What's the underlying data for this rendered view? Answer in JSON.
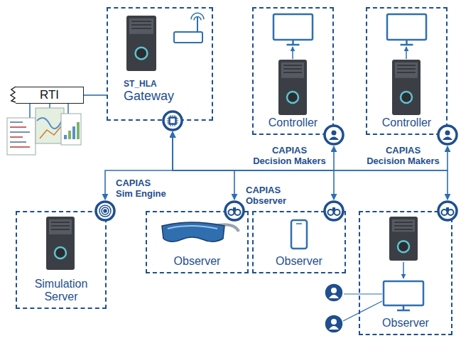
{
  "diagram": {
    "nodes": [
      {
        "text": [
          "ST_HLA",
          "Gateway"
        ]
      },
      {
        "text": [
          "Controller"
        ]
      },
      {
        "text": [
          "Controller"
        ]
      },
      {
        "text": [
          "RTI"
        ]
      },
      {
        "text": [
          "Simulation Server"
        ]
      },
      {
        "text": [
          "Observer"
        ]
      },
      {
        "text": [
          "Observer"
        ]
      },
      {
        "text": [
          "Observer"
        ]
      }
    ],
    "edges": [
      {
        "from": 0,
        "to": 3,
        "arrow": "none"
      },
      {
        "from": 0,
        "to": 1,
        "arrow": "both"
      },
      {
        "from": 0,
        "to": 2,
        "arrow": "both"
      },
      {
        "from": 0,
        "to": 4,
        "arrow": "both"
      },
      {
        "from": 0,
        "to": 5,
        "arrow": "both"
      },
      {
        "from": 0,
        "to": 6,
        "arrow": "both"
      },
      {
        "from": 0,
        "to": 7,
        "arrow": "both"
      }
    ],
    "labels": [
      "CAPIAS Decision Makers",
      "CAPIAS Decision Makers",
      "CAPIAS Sim Engine",
      "CAPIAS Observer"
    ]
  }
}
